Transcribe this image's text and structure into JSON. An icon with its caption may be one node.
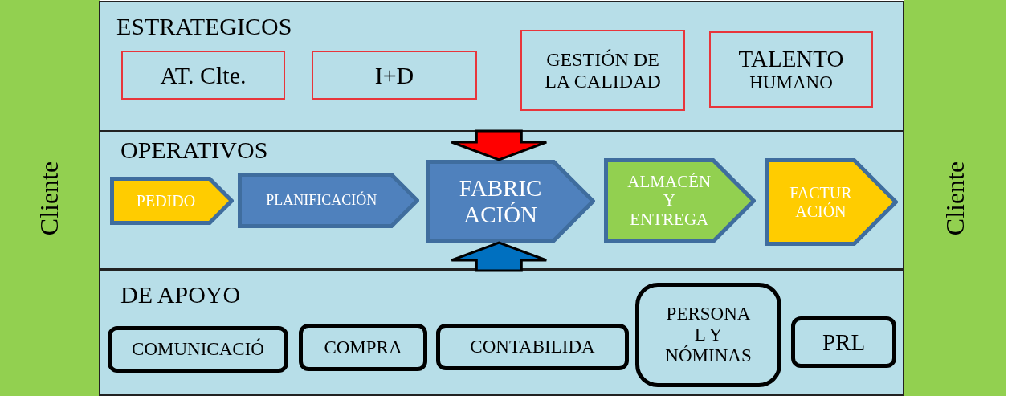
{
  "diagram": {
    "nodes": [
      {
        "text": [
          "Cliente"
        ]
      },
      {
        "text": [
          "ESTRATEGICOS"
        ]
      },
      {
        "text": [
          "AT. Clte."
        ],
        "in": 1
      },
      {
        "text": [
          "I+D"
        ],
        "in": 1
      },
      {
        "text": [
          "GESTIÓN DE LA CALIDAD"
        ],
        "in": 1
      },
      {
        "text": [
          "TALENTO",
          "HUMANO"
        ],
        "in": 1
      },
      {
        "text": [
          "OPERATIVOS"
        ]
      },
      {
        "text": [
          "PEDIDO"
        ],
        "in": 6
      },
      {
        "text": [
          "PLANIFICACIÓN"
        ],
        "in": 6
      },
      {
        "text": [
          "FABRIC ACIÓN"
        ],
        "in": 6
      },
      {
        "text": [
          "ALMACÉN Y ENTREGA"
        ],
        "in": 6
      },
      {
        "text": [
          "FACTUR ACIÓN"
        ],
        "in": 6
      },
      {
        "text": [
          "DE APOYO"
        ]
      },
      {
        "text": [
          "COMUNICACIÓ"
        ],
        "in": 12
      },
      {
        "text": [
          "COMPRA"
        ],
        "in": 12
      },
      {
        "text": [
          "CONTABILIDA"
        ],
        "in": 12
      },
      {
        "text": [
          "PERSONA L Y NÓMINAS"
        ],
        "in": 12
      },
      {
        "text": [
          "PRL"
        ],
        "in": 12
      },
      {
        "text": [
          "Cliente"
        ]
      }
    ],
    "edges": [
      {
        "from": 1,
        "to": 9,
        "arrow": "to",
        "style": "thick",
        "color": "#ff0000"
      },
      {
        "from": 12,
        "to": 9,
        "arrow": "to",
        "style": "thick",
        "color": "#0070c0"
      }
    ]
  }
}
